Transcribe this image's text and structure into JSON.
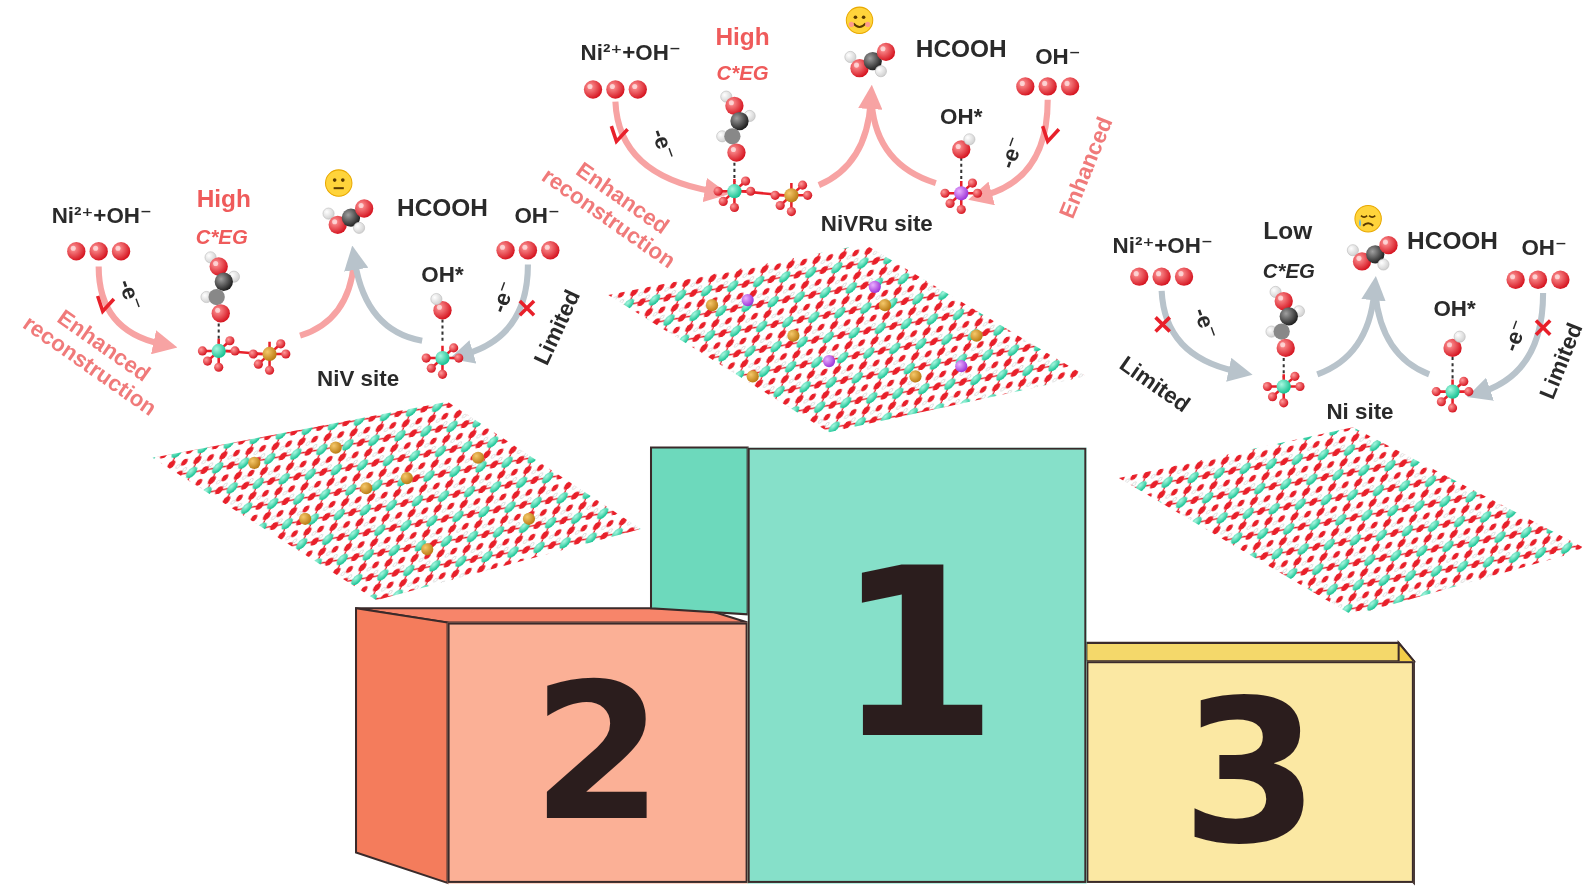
{
  "diagram": {
    "nodes": [
      {
        "text": [
          "2"
        ]
      },
      {
        "text": [
          "1"
        ]
      },
      {
        "text": [
          "3"
        ]
      }
    ],
    "labels": [
      "Ni²⁺+OH⁻",
      "High",
      "C*EG",
      "-e⁻",
      "Enhanced reconstruction",
      "HCOOH",
      "OH⁻",
      "OH*",
      "-e⁻",
      "Limited",
      "NiV site",
      "Ni²⁺+OH⁻",
      "High",
      "C*EG",
      "-e⁻",
      "Enhanced reconstruction",
      "HCOOH",
      "OH⁻",
      "OH*",
      "-e⁻",
      "Enhanced",
      "NiVRu site",
      "Ni²⁺+OH⁻",
      "Low",
      "C*EG",
      "-e⁻",
      "Limited",
      "HCOOH",
      "OH⁻",
      "OH*",
      "-e⁻",
      "Limited",
      "Ni site"
    ]
  }
}
